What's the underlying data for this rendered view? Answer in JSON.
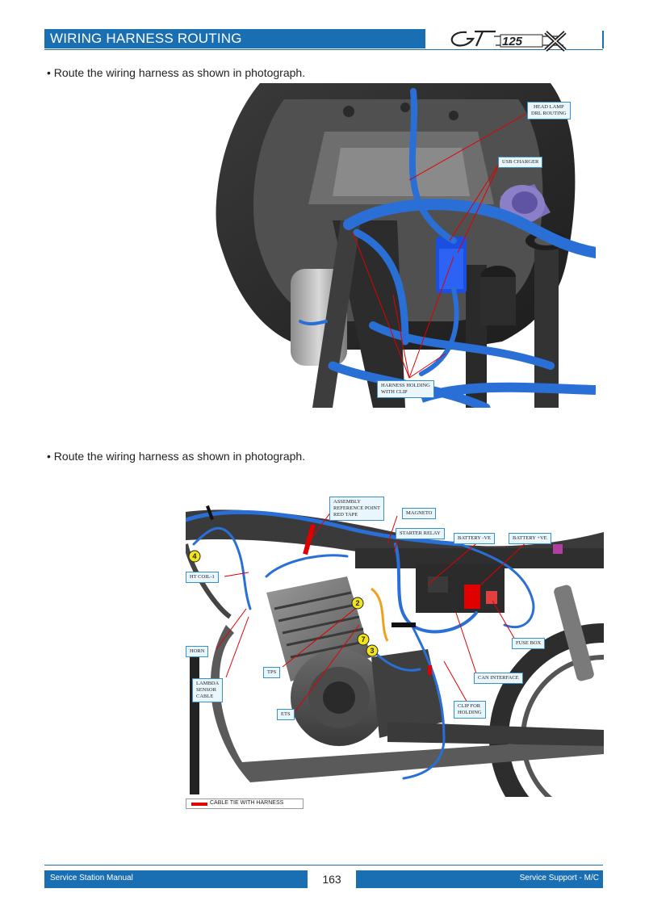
{
  "header": {
    "title": "WIRING HARNESS ROUTING",
    "logo_text": "GT 125 X",
    "brand_color": "#1a6fb3"
  },
  "section1": {
    "instruction": "• Route the wiring harness as shown in photograph.",
    "callouts": {
      "head_lamp": [
        "HEAD LAMP",
        "DRL ROUTING"
      ],
      "usb_charger": "USB CHARGER",
      "harness_holding": [
        "HARNESS HOLDING",
        "WITH CLIP"
      ]
    }
  },
  "section2": {
    "instruction": "• Route the wiring harness as shown in photograph.",
    "callouts": {
      "assembly_ref": [
        "ASSEMBLY",
        "REFERENCE POINT",
        "RED TAPE"
      ],
      "magneto": "MAGNETO",
      "starter_relay": "STARTER  RELAY",
      "battery_neg": "BATTERY -VE",
      "battery_pos": "BATTERY +VE",
      "ht_coil": "HT COIL-1",
      "horn": "HORN",
      "tps": "TPS",
      "lambda": [
        "LAMBDA",
        "SENSOR",
        "CABLE"
      ],
      "ets": "ETS",
      "fuse_box": "FUSE BOX",
      "can_interface": "CAN INTERFACE",
      "clip_holding": [
        "CLIP FOR",
        "HOLDING"
      ]
    },
    "markers": [
      "4",
      "2",
      "7",
      "3"
    ],
    "legend_label": "CABLE TIE WITH HARNESS",
    "legend_color": "#e00000",
    "harness_color": "#2a6fd6"
  },
  "footer": {
    "left_text": "Service Station Manual",
    "page_number": "163",
    "right_text": "Service Support - M/C"
  }
}
